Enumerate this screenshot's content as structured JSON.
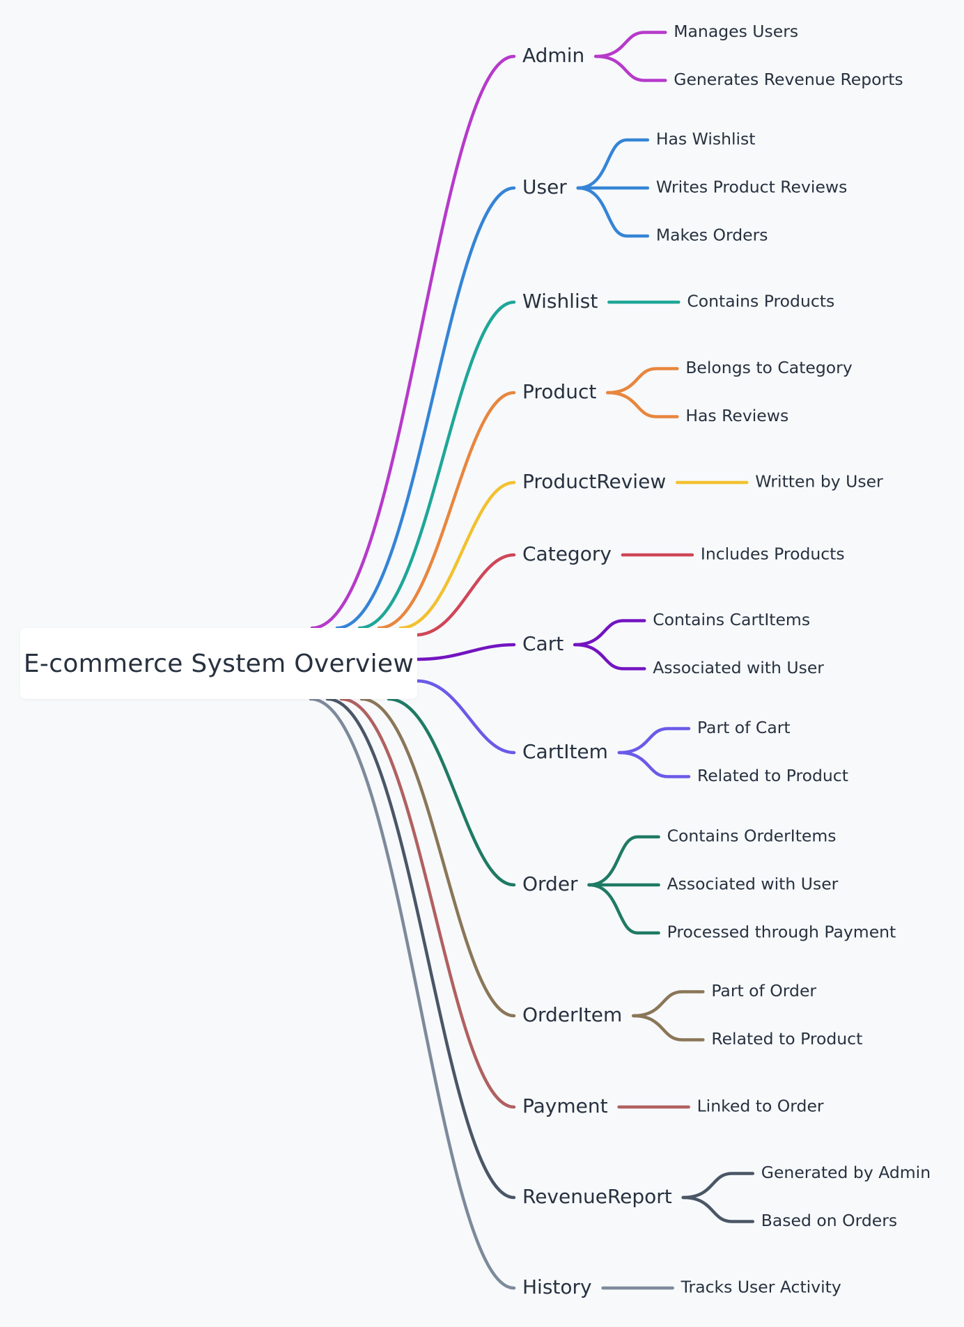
{
  "title": "E-commerce System Overview",
  "branches": [
    {
      "label": "Admin",
      "color": "#b63ac9",
      "children": [
        "Manages Users",
        "Generates Revenue Reports"
      ]
    },
    {
      "label": "User",
      "color": "#3584d6",
      "children": [
        "Has Wishlist",
        "Writes Product Reviews",
        "Makes Orders"
      ]
    },
    {
      "label": "Wishlist",
      "color": "#1fa698",
      "children": [
        "Contains Products"
      ]
    },
    {
      "label": "Product",
      "color": "#e8863e",
      "children": [
        "Belongs to Category",
        "Has Reviews"
      ]
    },
    {
      "label": "ProductReview",
      "color": "#f2c12e",
      "children": [
        "Written by User"
      ]
    },
    {
      "label": "Category",
      "color": "#cf4658",
      "children": [
        "Includes Products"
      ]
    },
    {
      "label": "Cart",
      "color": "#7314c0",
      "children": [
        "Contains CartItems",
        "Associated with User"
      ]
    },
    {
      "label": "CartItem",
      "color": "#6a5ae8",
      "children": [
        "Part of Cart",
        "Related to Product"
      ]
    },
    {
      "label": "Order",
      "color": "#1f7a64",
      "children": [
        "Contains OrderItems",
        "Associated with User",
        "Processed through Payment"
      ]
    },
    {
      "label": "OrderItem",
      "color": "#8a7658",
      "children": [
        "Part of Order",
        "Related to Product"
      ]
    },
    {
      "label": "Payment",
      "color": "#b06060",
      "children": [
        "Linked to Order"
      ]
    },
    {
      "label": "RevenueReport",
      "color": "#4a5666",
      "children": [
        "Generated by Admin",
        "Based on Orders"
      ]
    },
    {
      "label": "History",
      "color": "#7d8a9a",
      "children": [
        "Tracks User Activity"
      ]
    }
  ]
}
